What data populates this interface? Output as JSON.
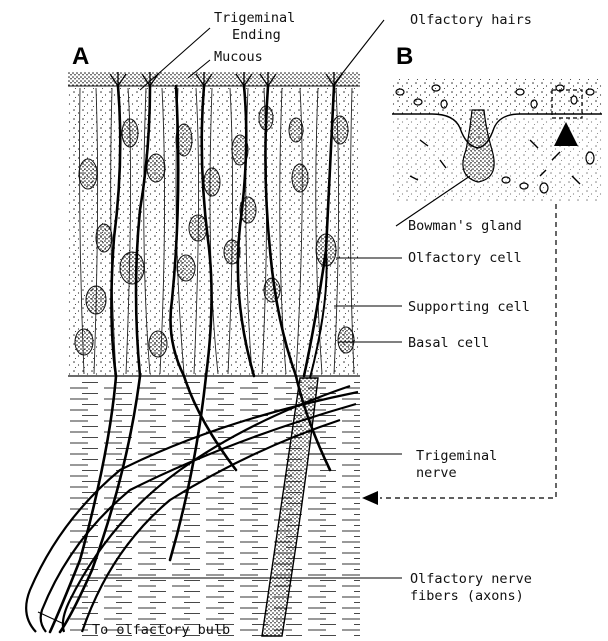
{
  "panels": {
    "a": "A",
    "b": "B"
  },
  "labels": {
    "trigeminal_ending_line1": "Trigeminal",
    "trigeminal_ending_line2": "Ending",
    "mucous": "Mucous",
    "olfactory_hairs": "Olfactory hairs",
    "bowmans_gland": "Bowman's gland",
    "olfactory_cell": "Olfactory cell",
    "supporting_cell": "Supporting cell",
    "basal_cell": "Basal cell",
    "trigeminal_nerve_line1": "Trigeminal",
    "trigeminal_nerve_line2": "nerve",
    "olfactory_nerve_fibers_line1": "Olfactory nerve",
    "olfactory_nerve_fibers_line2": "fibers (axons)",
    "to_olfactory_bulb": "To olfactory bulb"
  },
  "colors": {
    "ink": "#111111",
    "paper": "#ffffff"
  }
}
